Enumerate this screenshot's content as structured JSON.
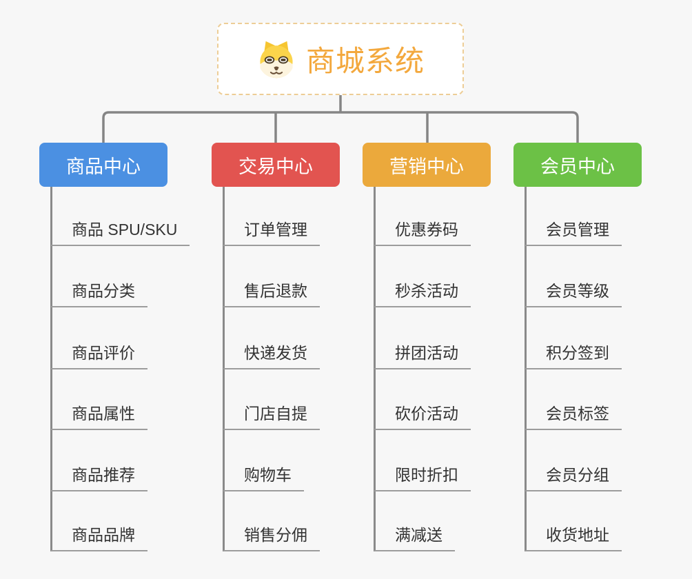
{
  "root": {
    "title": "商城系统",
    "icon": "dog-face-icon",
    "text_color": "#f3a83d",
    "border_color": "#edcd96"
  },
  "connector_color": "#858585",
  "branches": [
    {
      "label": "商品中心",
      "color": "#4b90e2",
      "children": [
        "商品 SPU/SKU",
        "商品分类",
        "商品评价",
        "商品属性",
        "商品推荐",
        "商品品牌"
      ]
    },
    {
      "label": "交易中心",
      "color": "#e25450",
      "children": [
        "订单管理",
        "售后退款",
        "快递发货",
        "门店自提",
        "购物车",
        "销售分佣"
      ]
    },
    {
      "label": "营销中心",
      "color": "#eba93c",
      "children": [
        "优惠券码",
        "秒杀活动",
        "拼团活动",
        "砍价活动",
        "限时折扣",
        "满减送"
      ]
    },
    {
      "label": "会员中心",
      "color": "#6cc146",
      "children": [
        "会员管理",
        "会员等级",
        "积分签到",
        "会员标签",
        "会员分组",
        "收货地址"
      ]
    }
  ]
}
